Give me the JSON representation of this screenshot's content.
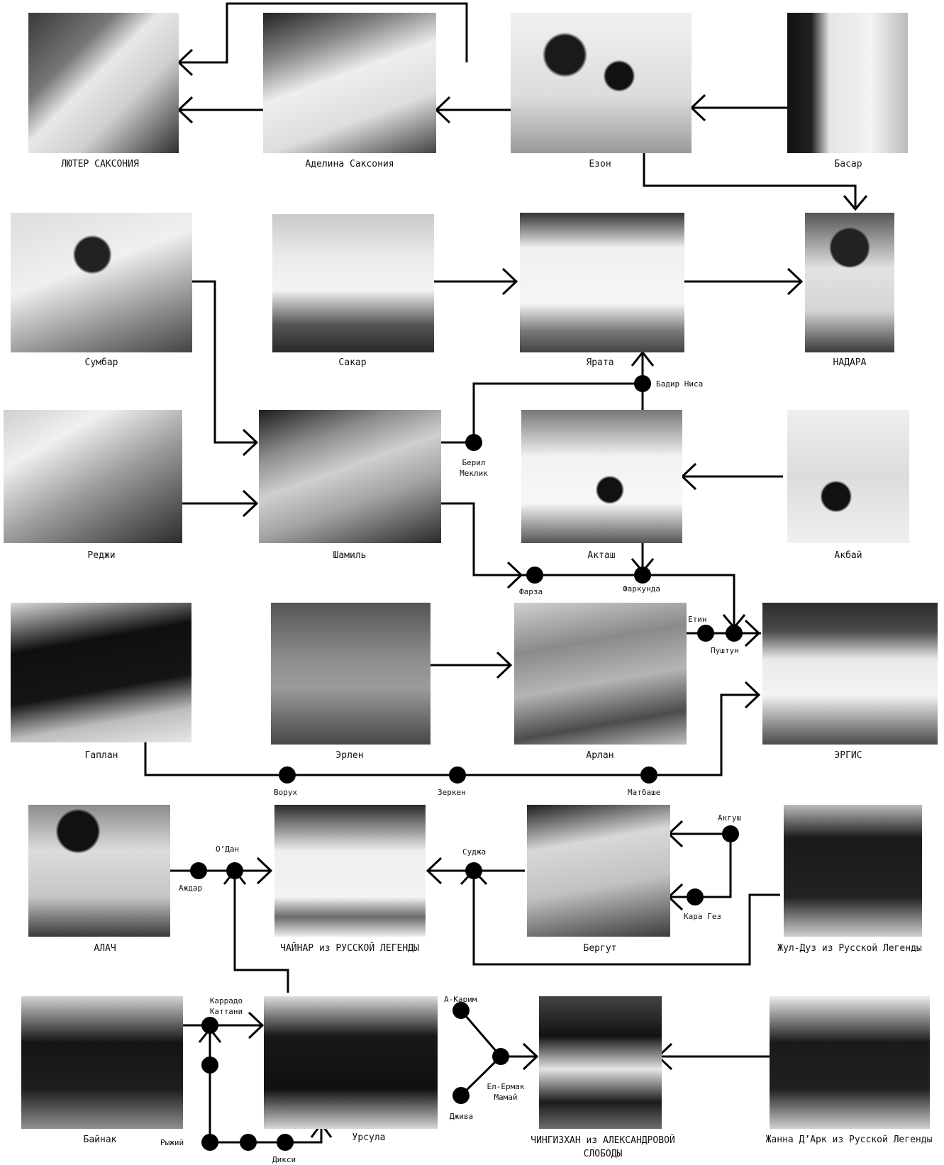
{
  "dogs": {
    "luter": "ЛЮТЕР  САКСОНИЯ",
    "adelina": "Аделина Саксония",
    "ezon": "Езон",
    "basar": "Басар",
    "sumbar": "Сумбар",
    "sakar": "Сакар",
    "yarata": "Ярата",
    "nadara": "НАДАРА",
    "redzhi": "Реджи",
    "shamil": "Шамиль",
    "aktash": "Акташ",
    "akbai": "Акбай",
    "gaplan": "Гаплан",
    "erlen": "Эрлен",
    "arlan": "Арлан",
    "ergis": "ЭРГИС",
    "alach": "АЛАЧ",
    "chainar": "ЧАЙНАР из РУССКОЙ ЛЕГЕНДЫ",
    "bergut": "Бергут",
    "zhul": "Жул-Дуз из Русской Легенды",
    "bainak": "Байнак",
    "ursula": "Урсула",
    "chingiz_1": "ЧИНГИЗХАН  из  АЛЕКСАНДРОВОЙ",
    "chingiz_2": "СЛОБОДЫ",
    "zhanna": "Жанна Д’Арк из Русской Легенды"
  },
  "nodes": {
    "badir": "Бадир Ниса",
    "beril_1": "Берил",
    "beril_2": "Меклик",
    "farza": "Фарза",
    "farkunda": "Фаркунда",
    "etin": "Етин",
    "pushtun": "Пуштун",
    "vorukh": "Ворух",
    "zerken": "Зеркен",
    "matbashe": "Матбаше",
    "odan": "О’Дан",
    "azhdar": "Аждар",
    "sudzha": "Суджа",
    "akgush": "Акгуш",
    "kara_gez": "Кара Гез",
    "karrado_1": "Каррадо",
    "karrado_2": "Каттани",
    "a_karim": "А-Карим",
    "el_ermak_1": "Ел-Ермак",
    "el_ermak_2": "Мамай",
    "dzhiva": "Джива",
    "ryzhii": "Рыжий",
    "diksi": "Дикси"
  },
  "colors": {
    "line": "#000000",
    "node": "#000000",
    "photo": "#6a6a6a"
  }
}
